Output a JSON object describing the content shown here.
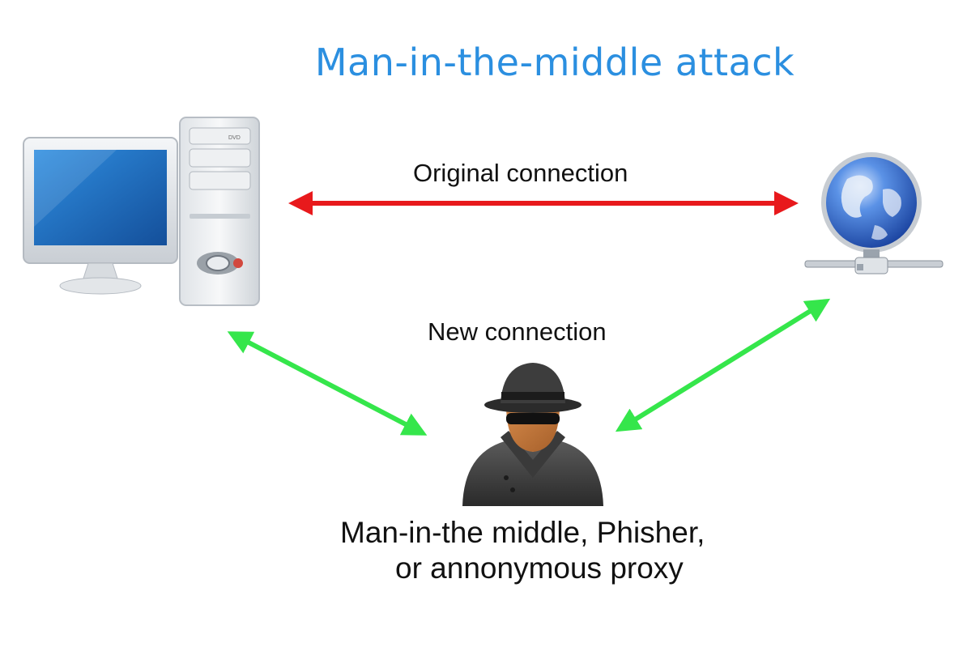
{
  "diagram": {
    "title": "Man-in-the-middle attack",
    "edges": {
      "original": {
        "label": "Original connection",
        "color": "#e8191c"
      },
      "new": {
        "label": "New connection",
        "color": "#35e64b"
      }
    },
    "nodes": {
      "client": {
        "icon": "desktop-computer-icon",
        "drive_label": "DVD"
      },
      "server": {
        "icon": "network-globe-icon"
      },
      "attacker": {
        "icon": "spy-icon",
        "caption_line1": "Man-in-the middle, Phisher,",
        "caption_line2": "or annonymous proxy"
      }
    },
    "colors": {
      "title": "#2b8fe0",
      "monitor_screen": "#1e6fc0",
      "globe": "#3a78d8"
    }
  }
}
